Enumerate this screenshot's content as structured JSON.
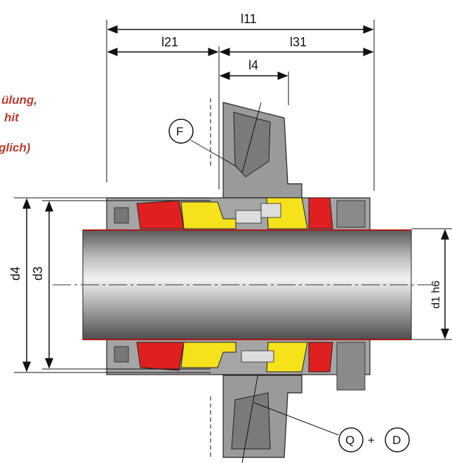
{
  "note": {
    "line1": "ülung,",
    "line2": "hit",
    "line3": "glich)"
  },
  "dimensions": {
    "l11": "l11",
    "l21": "l21",
    "l31": "l31",
    "l4": "l4",
    "d4": "d4",
    "d3": "d3",
    "d1": "d1 h6"
  },
  "ports": {
    "F": "F",
    "Q": "Q",
    "plus": "+",
    "D": "D"
  },
  "colors": {
    "housing_gray": "#9c9c9c",
    "housing_dark": "#6f6f6f",
    "red_part": "#e02020",
    "yellow_part": "#f5e21a",
    "shaft_light": "#e6e6e6",
    "shaft_dark": "#6a6a6a",
    "line": "#111111",
    "note_red": "#c0392b"
  }
}
